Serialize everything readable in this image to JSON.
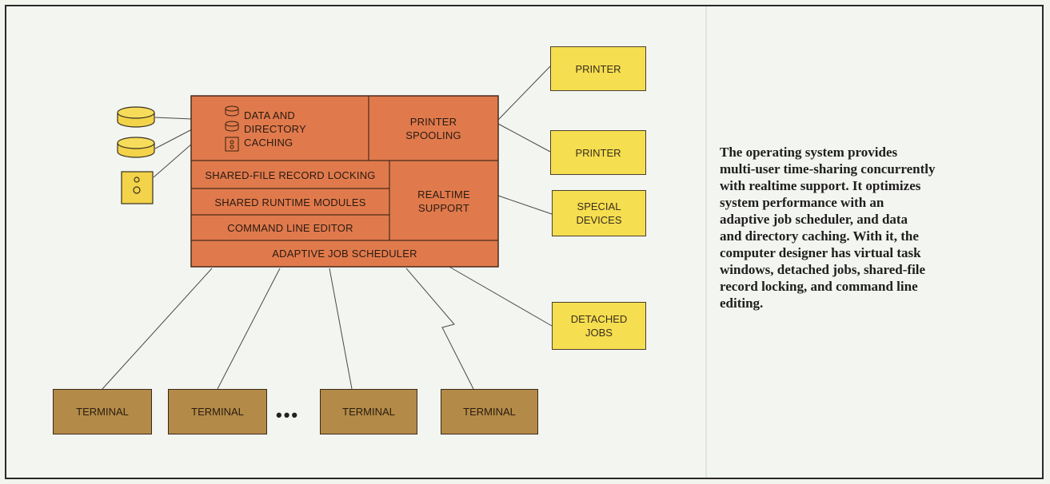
{
  "diagram": {
    "os_blocks": {
      "data_caching": "DATA AND\nDIRECTORY\nCACHING",
      "printer_spooling": "PRINTER\nSPOOLING",
      "shared_file_locking": "SHARED-FILE RECORD LOCKING",
      "shared_runtime": "SHARED RUNTIME MODULES",
      "command_line_editor": "COMMAND LINE EDITOR",
      "realtime_support": "REALTIME\nSUPPORT",
      "adaptive_scheduler": "ADAPTIVE JOB SCHEDULER"
    },
    "peripherals": {
      "printer_1": "PRINTER",
      "printer_2": "PRINTER",
      "special_devices": "SPECIAL\nDEVICES",
      "detached_jobs": "DETACHED\nJOBS"
    },
    "terminals": [
      "TERMINAL",
      "TERMINAL",
      "TERMINAL",
      "TERMINAL"
    ],
    "ellipsis": "•••"
  },
  "description": "The operating system provides\nmulti-user time-sharing concurrently\nwith realtime support. It optimizes\nsystem performance with an\nadaptive job scheduler, and data\nand directory caching. With it, the\ncomputer designer has virtual task\nwindows, detached jobs, shared-file\nrecord locking, and command line\nediting.",
  "colors": {
    "os_block": "#e07a4c",
    "peripheral": "#f5de4f",
    "terminal": "#b38a47",
    "disk": "#f2d34a"
  }
}
